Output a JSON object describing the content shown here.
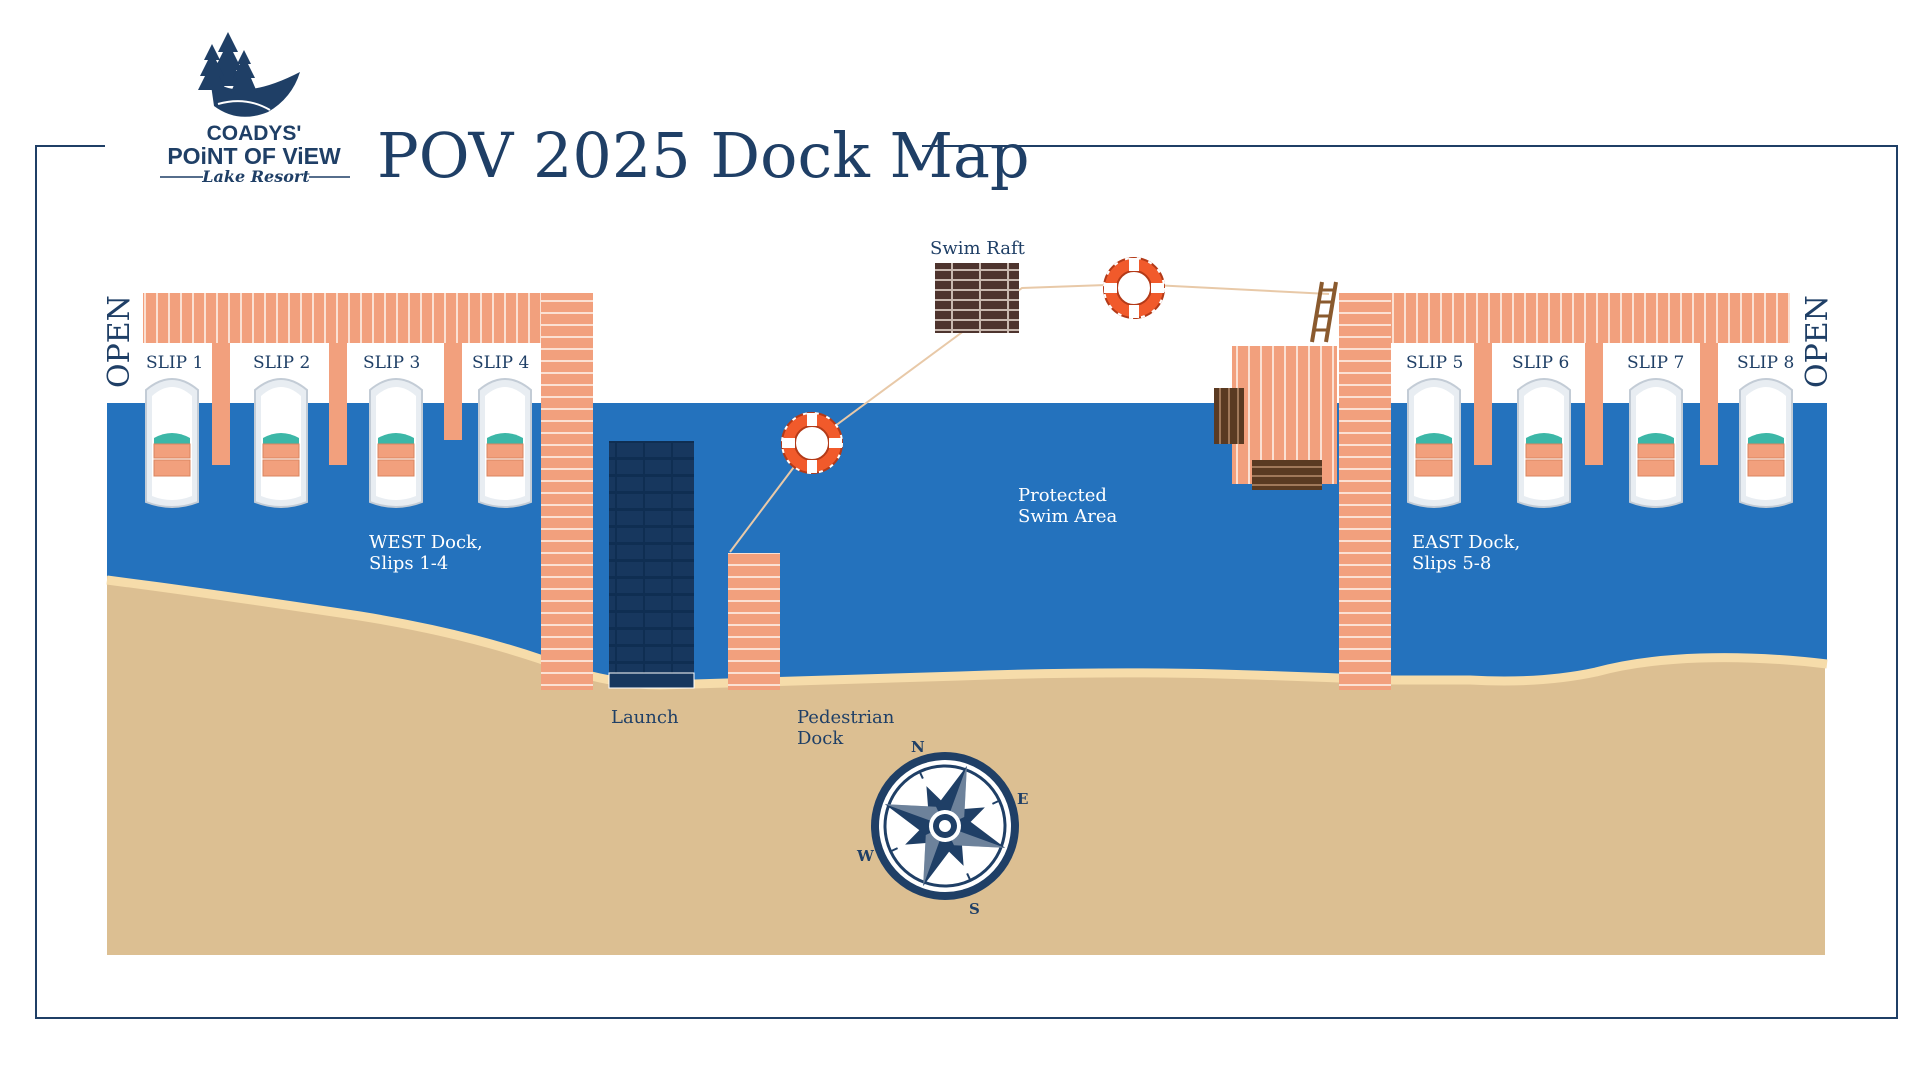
{
  "header": {
    "title": "POV 2025 Dock Map",
    "logo": {
      "line1": "COADYS'",
      "line2": "POiNT OF ViEW",
      "line3": "Lake Resort",
      "icon": "pine-trees-point-icon"
    }
  },
  "edges": {
    "left_open": "OPEN",
    "right_open": "OPEN"
  },
  "west_dock": {
    "slips": [
      "SLIP 1",
      "SLIP 2",
      "SLIP 3",
      "SLIP 4"
    ],
    "label_line1": "WEST Dock,",
    "label_line2": "Slips 1-4"
  },
  "east_dock": {
    "slips": [
      "SLIP 5",
      "SLIP 6",
      "SLIP 7",
      "SLIP 8"
    ],
    "label_line1": "EAST Dock,",
    "label_line2": "Slips 5-8"
  },
  "features": {
    "swim_raft": "Swim Raft",
    "protected_line1": "Protected",
    "protected_line2": "Swim Area",
    "launch": "Launch",
    "pedestrian_line1": "Pedestrian",
    "pedestrian_line2": "Dock"
  },
  "compass": {
    "n": "N",
    "e": "E",
    "s": "S",
    "w": "W"
  },
  "colors": {
    "water": "#2472bd",
    "sand": "#dcbf92",
    "shore": "#f6dcaa",
    "dock": "#f2a07d",
    "dock_lines": "#ffffff",
    "navy": "#1f3f66",
    "launch": "#17375e",
    "raft": "#4e342e",
    "ring": "#f15a2b"
  }
}
